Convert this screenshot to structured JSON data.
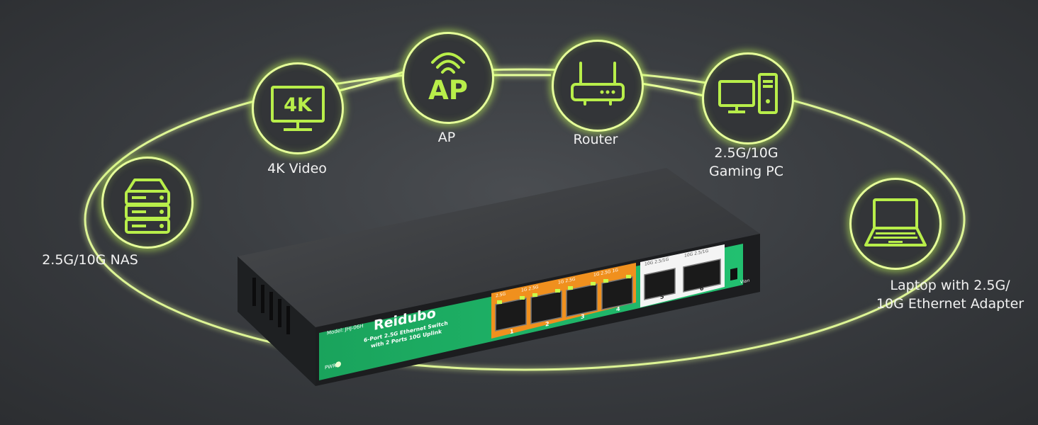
{
  "colors": {
    "glow": "#e6ff9a",
    "icon_green": "#b8ee4a",
    "switch_green": "#1fb366",
    "port_orange": "#f0901e"
  },
  "devices": {
    "nas": {
      "icon": "server-icon",
      "label": "2.5G/10G NAS"
    },
    "video": {
      "icon": "monitor-4k-icon",
      "label": "4K Video",
      "badge": "4K"
    },
    "ap": {
      "icon": "wifi-ap-icon",
      "label": "AP",
      "badge": "AP"
    },
    "router": {
      "icon": "router-icon",
      "label": "Router"
    },
    "pc": {
      "icon": "desktop-pc-icon",
      "label_line1": "2.5G/10G",
      "label_line2": "Gaming PC"
    },
    "laptop": {
      "icon": "laptop-icon",
      "label_line1": "Laptop with 2.5G/",
      "label_line2": "10G Ethernet Adapter"
    }
  },
  "switch": {
    "model": "Model: JHJ-06H",
    "brand": "Reidubo",
    "desc_line1": "6-Port 2.5G Ethernet Switch",
    "desc_line2": "with 2 Ports 10G Uplink",
    "pwr": "PWR",
    "vlan": "Vlan",
    "ports": [
      {
        "num": "1",
        "speed": "2.5G"
      },
      {
        "num": "2",
        "speed": "1G 2.5G"
      },
      {
        "num": "3",
        "speed": "1G 2.5G"
      },
      {
        "num": "4",
        "speed": "1G 2.5G 1G"
      },
      {
        "num": "5",
        "speed": "10G 2.5/1G"
      },
      {
        "num": "6",
        "speed": "10G 2.5/1G"
      }
    ]
  }
}
